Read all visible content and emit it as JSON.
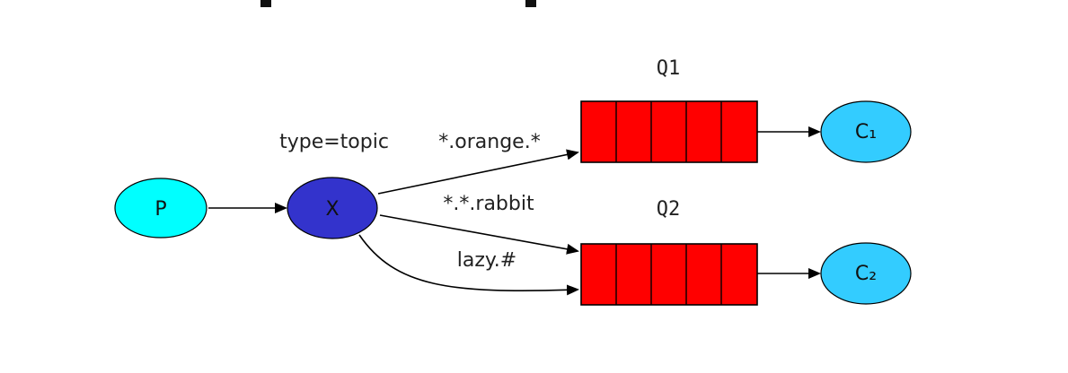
{
  "colors": {
    "producer": "#00ffff",
    "exchange": "#3333cc",
    "queue": "#ff0000",
    "consumer": "#33ccff",
    "edge": "#000000"
  },
  "nodes": {
    "producer": {
      "label": "P"
    },
    "exchange": {
      "label": "X",
      "type_label": "type=topic"
    },
    "queue1": {
      "label": "Q1"
    },
    "queue2": {
      "label": "Q2"
    },
    "consumer1": {
      "label": "C₁"
    },
    "consumer2": {
      "label": "C₂"
    }
  },
  "bindings": [
    {
      "key": "*.orange.*"
    },
    {
      "key": "*.*.rabbit"
    },
    {
      "key": "lazy.#"
    }
  ]
}
